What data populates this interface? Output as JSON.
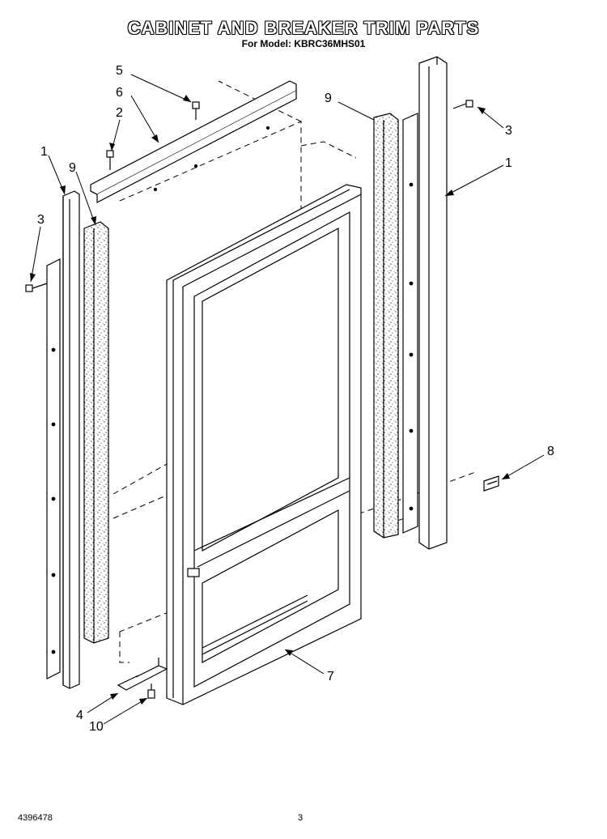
{
  "header": {
    "title": "CABINET AND BREAKER TRIM PARTS",
    "subtitle": "For Model: KBRC36MHS01"
  },
  "footer": {
    "doc_number": "4396478",
    "page_number": "3"
  },
  "callouts": {
    "c5": "5",
    "c6": "6",
    "c2": "2",
    "c1_left": "1",
    "c9_left": "9",
    "c3_left": "3",
    "c9_right": "9",
    "c3_right": "3",
    "c1_right": "1",
    "c8": "8",
    "c7": "7",
    "c4": "4",
    "c10": "10"
  }
}
